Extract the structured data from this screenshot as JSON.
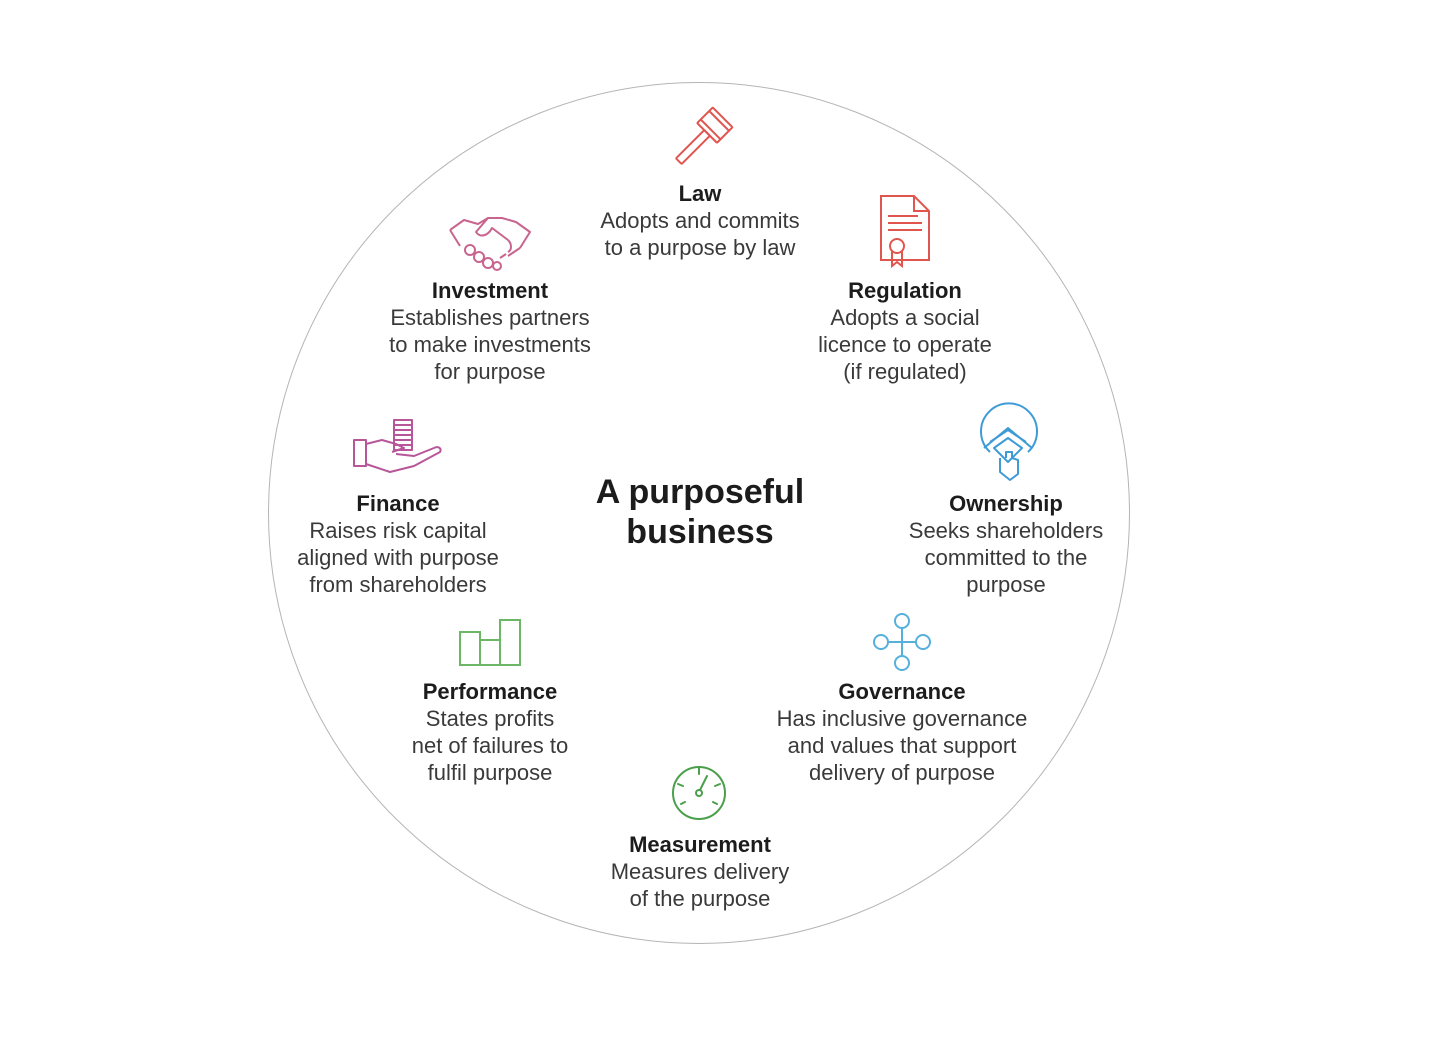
{
  "center": {
    "title": "A purposeful\nbusiness"
  },
  "colors": {
    "law": "#e0564f",
    "regulation": "#e0564f",
    "investment": "#c8648e",
    "finance": "#b8569a",
    "ownership": "#3f9bd6",
    "governance": "#56b0dc",
    "performance": "#6cb765",
    "measurement": "#4aa04a",
    "ring": "#b5b5b5"
  },
  "items": {
    "law": {
      "title": "Law",
      "desc": "Adopts and commits\nto a purpose by law",
      "icon": "gavel-icon"
    },
    "regulation": {
      "title": "Regulation",
      "desc": "Adopts a social\nlicence to operate\n(if regulated)",
      "icon": "certificate-icon"
    },
    "investment": {
      "title": "Investment",
      "desc": "Establishes partners\nto make investments\nfor purpose",
      "icon": "handshake-icon"
    },
    "finance": {
      "title": "Finance",
      "desc": "Raises risk capital\naligned with purpose\nfrom shareholders",
      "icon": "hand-coins-icon"
    },
    "ownership": {
      "title": "Ownership",
      "desc": "Seeks shareholders\ncommitted to the\npurpose",
      "icon": "hand-house-icon"
    },
    "governance": {
      "title": "Governance",
      "desc": "Has inclusive governance\nand values that support\ndelivery of purpose",
      "icon": "network-nodes-icon"
    },
    "performance": {
      "title": "Performance",
      "desc": "States profits\nnet of failures to\nfulfil purpose",
      "icon": "bar-chart-icon"
    },
    "measurement": {
      "title": "Measurement",
      "desc": "Measures delivery\nof the purpose",
      "icon": "gauge-icon"
    }
  }
}
